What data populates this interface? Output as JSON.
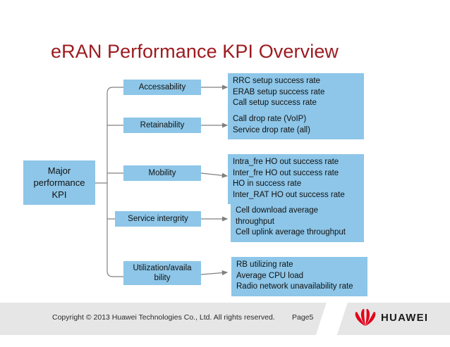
{
  "slide": {
    "title": "eRAN Performance KPI Overview",
    "title_color": "#9C1B20",
    "box_color": "#8DC6E8",
    "connector_color": "#808080"
  },
  "diagram": {
    "root": {
      "label": "Major\nperformance\nKPI"
    },
    "branches": [
      {
        "category": "Accessability",
        "items": "RRC setup success rate\nERAB setup success rate\nCall setup success rate"
      },
      {
        "category": "Retainability",
        "items": "Call drop rate (VoIP)\nService drop rate (all)"
      },
      {
        "category": "Mobility",
        "items": "Intra_fre HO out success rate\nInter_fre HO out success rate\nHO in success rate\nInter_RAT HO out success rate"
      },
      {
        "category": "Service intergrity",
        "items": "Cell download average\nthroughput\nCell uplink average throughput"
      },
      {
        "category": "Utilization/availa\nbility",
        "items": "RB utilizing rate\nAverage CPU load\nRadio network unavailability rate"
      }
    ]
  },
  "footer": {
    "copyright": "Copyright © 2013 Huawei Technologies Co., Ltd. All rights reserved.",
    "page": "Page5",
    "logo_text": "HUAWEI",
    "logo_color": "#E2001A"
  }
}
